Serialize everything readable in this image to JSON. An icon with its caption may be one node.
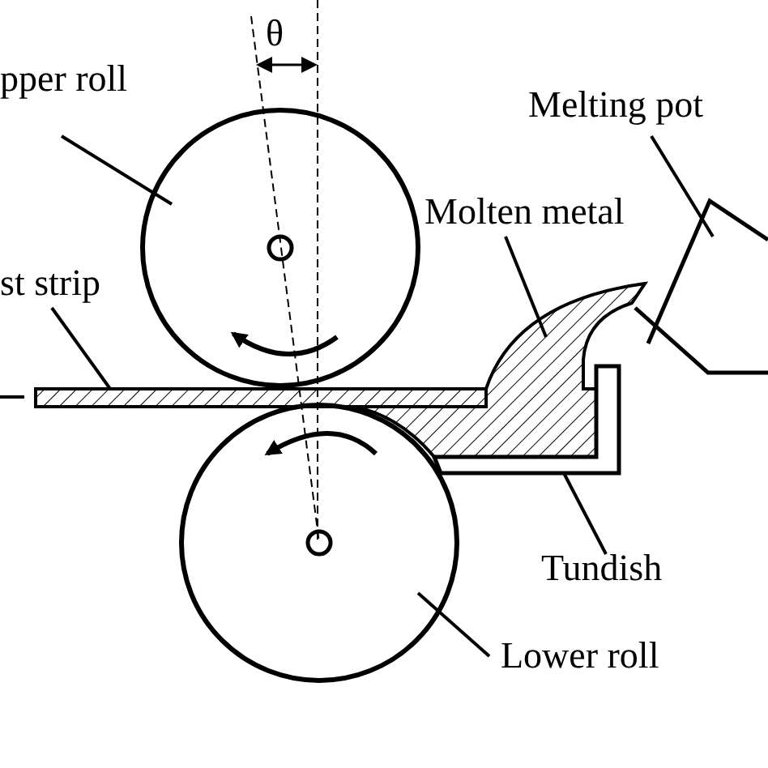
{
  "diagram": {
    "nodes": [
      {
        "text": [
          "pper roll"
        ]
      },
      {
        "text": [],
        "shape": "circle"
      },
      {
        "text": [
          "Melting pot"
        ]
      },
      {
        "text": [],
        "shape": "box"
      },
      {
        "text": [
          "Molten metal"
        ]
      },
      {
        "text": [],
        "shape": "polygon"
      },
      {
        "text": [
          "st strip"
        ]
      },
      {
        "text": [],
        "shape": "bar"
      },
      {
        "text": [
          "Tundish"
        ]
      },
      {
        "text": [],
        "shape": "box"
      },
      {
        "text": [
          "Lower roll"
        ]
      },
      {
        "text": [],
        "shape": "circle"
      }
    ],
    "edges": [
      {
        "from": 0,
        "to": 1,
        "arrow": "none"
      },
      {
        "from": 2,
        "to": 3,
        "arrow": "none"
      },
      {
        "from": 4,
        "to": 5,
        "arrow": "none"
      },
      {
        "from": 6,
        "to": 7,
        "arrow": "none"
      },
      {
        "from": 8,
        "to": 9,
        "arrow": "none"
      },
      {
        "from": 10,
        "to": 11,
        "arrow": "none"
      }
    ],
    "labels": [
      "θ"
    ]
  }
}
